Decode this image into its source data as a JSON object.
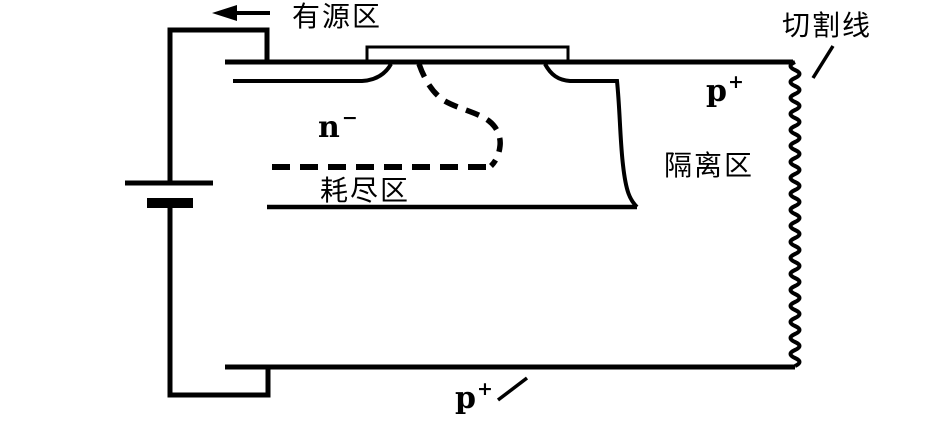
{
  "diagram": {
    "background": "#ffffff",
    "ink_color": "#000000",
    "labels": {
      "active_region": "有源区",
      "cut_line": "切割线",
      "isolation_region": "隔离区",
      "depletion_region": "耗尽区",
      "n_region": {
        "base": "n",
        "sup": "−"
      },
      "p_top": {
        "base": "p",
        "sup": "+"
      },
      "p_bottom": {
        "base": "p",
        "sup": "+"
      }
    }
  }
}
